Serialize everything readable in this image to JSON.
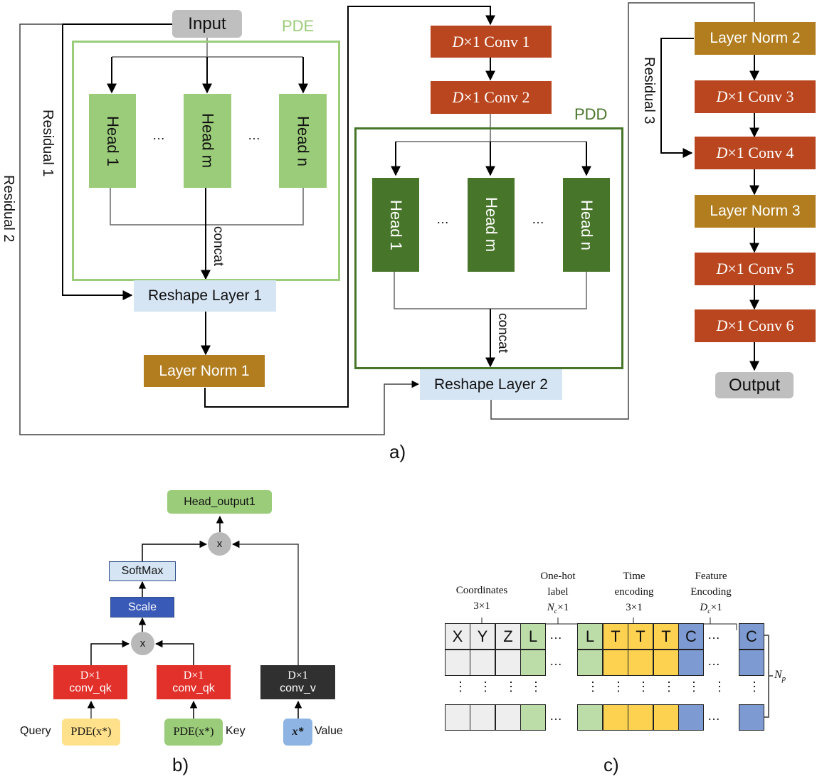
{
  "panel_a": {
    "caption": "a)",
    "input_label": "Input",
    "output_label": "Output",
    "pde": {
      "title": "PDE",
      "heads": [
        "Head 1",
        "Head m",
        "Head n"
      ],
      "ellipsis": "…",
      "concat_label": "concat"
    },
    "pdd": {
      "title": "PDD",
      "heads": [
        "Head 1",
        "Head m",
        "Head n"
      ],
      "ellipsis": "…",
      "concat_label": "concat"
    },
    "reshape_layers": [
      "Reshape Layer 1",
      "Reshape Layer 2"
    ],
    "layer_norms": [
      "Layer Norm 1",
      "Layer Norm 2",
      "Layer Norm 3"
    ],
    "conv_prefix": "D",
    "conv_suffixes": [
      "×1 Conv 1",
      "×1 Conv 2",
      "×1 Conv 3",
      "×1 Conv 4",
      "×1 Conv 5",
      "×1 Conv 6"
    ],
    "residuals": [
      "Residual 1",
      "Residual 2",
      "Residual 3"
    ],
    "colors": {
      "pde_green": "#9bcc7a",
      "pdd_green": "#477529",
      "conv_orange": "#b9461e",
      "layer_norm_gold": "#b17d1f",
      "reshape_blue": "#d6e5f4",
      "io_gray": "#bfbfbf"
    }
  },
  "panel_b": {
    "caption": "b)",
    "head_output": "Head_output1",
    "softmax": "SoftMax",
    "scale": "Scale",
    "multiply_symbol": "x",
    "conv_qk_top": "D×1",
    "conv_qk_bottom": "conv_qk",
    "conv_v_top": "D×1",
    "conv_v_bottom": "conv_v",
    "query_label": "Query",
    "key_label": "Key",
    "value_label": "Value",
    "pde_input": "PDE(x*)",
    "x_input": "x*",
    "colors": {
      "conv_red": "#e2302a",
      "conv_black": "#303030",
      "scale_blue": "#3a5ab8",
      "query_yellow": "#ffe18c",
      "key_green": "#9bcc7a",
      "value_blue": "#8db4e2"
    }
  },
  "panel_c": {
    "caption": "c)",
    "groups": [
      {
        "title": "Coordinates",
        "size": "3×1"
      },
      {
        "title": "One-hot label",
        "size": "Nc×1"
      },
      {
        "title": "Time encoding",
        "size": "3×1"
      },
      {
        "title": "Feature Encoding",
        "size": "Dc×1"
      }
    ],
    "group_title_lines": [
      [
        "",
        "Coordinates",
        "3×1"
      ],
      [
        "One-hot",
        "label",
        "Nc×1"
      ],
      [
        "Time",
        "encoding",
        "3×1"
      ],
      [
        "Feature",
        "Encoding",
        "Dc×1"
      ]
    ],
    "first_row_letters": [
      "X",
      "Y",
      "Z",
      "L",
      "…",
      "L",
      "T",
      "T",
      "T",
      "C",
      "…",
      "C"
    ],
    "ellipsis": "…",
    "vdots": "⋮",
    "rows_label": "Np",
    "colors": {
      "coord": "#eeeeee",
      "onehot": "#bcdca8",
      "time": "#fdd251",
      "feature": "#7e9ad2"
    }
  }
}
